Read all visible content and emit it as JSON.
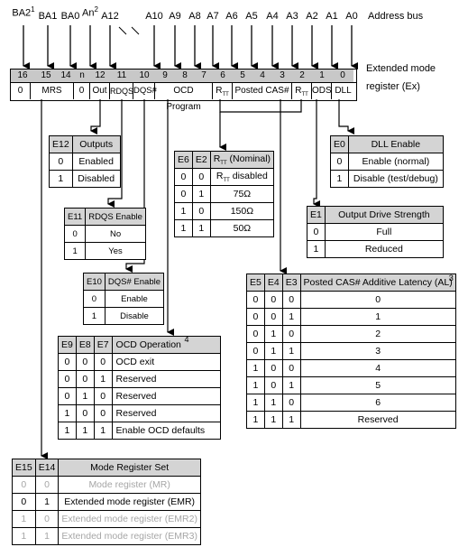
{
  "address_bus": {
    "label": "Address bus",
    "pins": [
      {
        "name": "BA2",
        "sup": "1"
      },
      {
        "name": "BA1",
        "sup": ""
      },
      {
        "name": "BA0",
        "sup": ""
      },
      {
        "name": "An",
        "sup": "2"
      },
      {
        "name": "A12",
        "sup": ""
      },
      {
        "name": "A10",
        "sup": ""
      },
      {
        "name": "A9",
        "sup": ""
      },
      {
        "name": "A8",
        "sup": ""
      },
      {
        "name": "A7",
        "sup": ""
      },
      {
        "name": "A6",
        "sup": ""
      },
      {
        "name": "A5",
        "sup": ""
      },
      {
        "name": "A4",
        "sup": ""
      },
      {
        "name": "A3",
        "sup": ""
      },
      {
        "name": "A2",
        "sup": ""
      },
      {
        "name": "A1",
        "sup": ""
      },
      {
        "name": "A0",
        "sup": ""
      }
    ]
  },
  "register": {
    "label_line1": "Extended mode",
    "label_line2": "register (Ex)",
    "bits": [
      "16",
      "15",
      "14",
      "n",
      "12",
      "11",
      "10",
      "9",
      "8",
      "7",
      "6",
      "5",
      "4",
      "3",
      "2",
      "1",
      "0"
    ],
    "fields": {
      "f16": "0",
      "mrs": "MRS",
      "fn": "0",
      "out": "Out",
      "rdqs": "RDQS",
      "dqs": "DQS#",
      "ocd": "OCD Program",
      "rtt_a": "R",
      "rtt_a_sub": "TT",
      "cas": "Posted CAS#",
      "rtt_b": "R",
      "rtt_b_sub": "TT",
      "ods": "ODS",
      "dll": "DLL"
    }
  },
  "outputs_table": {
    "header": [
      "E12",
      "Outputs"
    ],
    "rows": [
      [
        "0",
        "Enabled"
      ],
      [
        "1",
        "Disabled"
      ]
    ]
  },
  "rdqs_table": {
    "header": [
      "E11",
      "RDQS Enable"
    ],
    "rows": [
      [
        "0",
        "No"
      ],
      [
        "1",
        "Yes"
      ]
    ]
  },
  "dqs_table": {
    "header": [
      "E10",
      "DQS# Enable"
    ],
    "rows": [
      [
        "0",
        "Enable"
      ],
      [
        "1",
        "Disable"
      ]
    ]
  },
  "rtt_table": {
    "header": [
      "E6",
      "E2",
      "R",
      "TT",
      " (Nominal)"
    ],
    "rows": [
      [
        "0",
        "0",
        "R",
        "TT",
        " disabled"
      ],
      [
        "0",
        "1",
        "75Ω"
      ],
      [
        "1",
        "0",
        "150Ω"
      ],
      [
        "1",
        "1",
        "50Ω"
      ]
    ]
  },
  "dll_table": {
    "header": [
      "E0",
      "DLL Enable"
    ],
    "rows": [
      [
        "0",
        "Enable (normal)"
      ],
      [
        "1",
        "Disable (test/debug)"
      ]
    ]
  },
  "ods_table": {
    "header": [
      "E1",
      "Output Drive Strength"
    ],
    "rows": [
      [
        "0",
        "Full"
      ],
      [
        "1",
        "Reduced"
      ]
    ]
  },
  "al_table": {
    "header": [
      "E5",
      "E4",
      "E3",
      "Posted CAS# Additive Latency (AL)"
    ],
    "note": "3",
    "rows": [
      [
        "0",
        "0",
        "0",
        "0"
      ],
      [
        "0",
        "0",
        "1",
        "1"
      ],
      [
        "0",
        "1",
        "0",
        "2"
      ],
      [
        "0",
        "1",
        "1",
        "3"
      ],
      [
        "1",
        "0",
        "0",
        "4"
      ],
      [
        "1",
        "0",
        "1",
        "5"
      ],
      [
        "1",
        "1",
        "0",
        "6"
      ],
      [
        "1",
        "1",
        "1",
        "Reserved"
      ]
    ]
  },
  "ocd_table": {
    "header": [
      "E9",
      "E8",
      "E7",
      "OCD Operation"
    ],
    "note": "4",
    "rows": [
      [
        "0",
        "0",
        "0",
        "OCD exit"
      ],
      [
        "0",
        "0",
        "1",
        "Reserved"
      ],
      [
        "0",
        "1",
        "0",
        "Reserved"
      ],
      [
        "1",
        "0",
        "0",
        "Reserved"
      ],
      [
        "1",
        "1",
        "1",
        "Enable OCD defaults"
      ]
    ]
  },
  "mrs_table": {
    "header": [
      "E15",
      "E14",
      "Mode Register Set"
    ],
    "rows": [
      [
        "0",
        "0",
        "Mode register (MR)"
      ],
      [
        "0",
        "1",
        "Extended mode register (EMR)"
      ],
      [
        "1",
        "0",
        "Extended mode register (EMR2)"
      ],
      [
        "1",
        "1",
        "Extended mode register (EMR3)"
      ]
    ]
  }
}
